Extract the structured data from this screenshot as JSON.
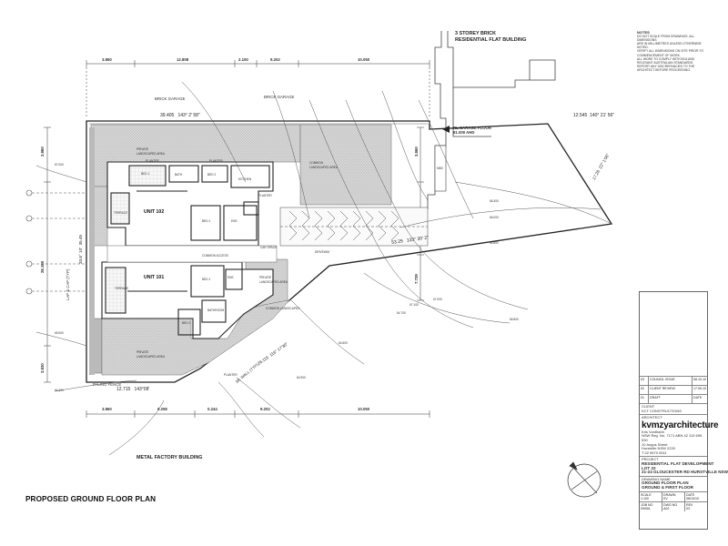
{
  "plan_title": "PROPOSED GROUND FLOOR PLAN",
  "neighbours": {
    "north": "3 STOREY BRICK\nRESIDENTIAL FLAT BUILDING",
    "south": "METAL FACTORY BUILDING",
    "brick_garage": "BRICK GARAGE",
    "brick_garage_2": "BRICK GARAGE"
  },
  "garage_floor_note": "RL GARAGE FLOOR\n61.000 AHD",
  "units": {
    "unit_102": "UNIT 102",
    "unit_101": "UNIT 101"
  },
  "labels": {
    "paling_fence": "PALING FENCE",
    "bk_wall": "BK WALL (TYP)",
    "lap_cap": "LAP & CAP (TYP)"
  },
  "boundary": {
    "top": "39.405   143° 2' 58\"",
    "top_right": "12.545  140° 21' 56\"",
    "mid_right": "53.25   133° 30' 2\"",
    "bottom": "12.715   143°08'",
    "bottom_angled": "26.115  116° 17'30\"",
    "left": "33.6° 10'  35.45",
    "right_angled": "17.28  22° 1'06\""
  },
  "dims_top": [
    "3.860",
    "12.808",
    "2.100",
    "9.202",
    "10.050"
  ],
  "dims_bottom": [
    "3.860",
    "9.258",
    "0.244",
    "9.202",
    "10.050"
  ],
  "dims_left": [
    "3.860",
    "26.160",
    "3.830"
  ],
  "dims_right": [
    "3.860",
    "7.739"
  ],
  "notes": {
    "heading": "NOTES",
    "lines": [
      "DO NOT SCALE FROM DRAWINGS. ALL DIMENSIONS",
      "ARE IN MILLIMETRES UNLESS OTHERWISE NOTED.",
      "VERIFY ALL DIMENSIONS ON SITE PRIOR TO",
      "COMMENCEMENT OF WORK.",
      "ALL WORK TO COMPLY WITH BCA AND",
      "RELEVANT AUSTRALIAN STANDARDS.",
      "REPORT ANY DISCREPANCIES TO THE",
      "ARCHITECT BEFORE PROCEEDING."
    ]
  },
  "title_block": {
    "revisions": [
      {
        "rev": "03",
        "text": "COUNCIL ISSUE",
        "date": "08.10.10"
      },
      {
        "rev": "02",
        "text": "CLIENT REVIEW",
        "date": "17.09.10"
      },
      {
        "rev": "01",
        "text": "DRAFT",
        "date": "DATE"
      }
    ],
    "client_label": "CLIENT",
    "client": "KCT CONSTRUCTIONS",
    "architect_label": "ARCHITECT",
    "firm": "kvmzyarchitecture",
    "firm_sub": "Kris Vonthanh",
    "firm_reg": "NSW Reg. No. 7171  ABN 42 113 695 530",
    "address": "10 Angus Street\nHurstville NSW 2220\nT 02 9570 0511",
    "project_label": "PROJECT",
    "project": "RESIDENTIAL FLAT DEVELOPMENT\nLOT 22\n21-24 GLOUCESTER RD HURSTVILLE NSW",
    "drawing_label": "DRAWING NAME",
    "drawing": "GROUND FLOOR PLAN\nGROUND & FIRST FLOOR",
    "scale_label": "SCALE",
    "scale": "1:100",
    "drawn_label": "DRAWN",
    "drawn": "KV",
    "date_label": "DATE",
    "date": "08/10/10",
    "job_label": "JOB NO",
    "job": "0905A",
    "dwg_label": "DWG NO",
    "dwg": "A02",
    "rev_label": "REV",
    "rev": "03"
  }
}
